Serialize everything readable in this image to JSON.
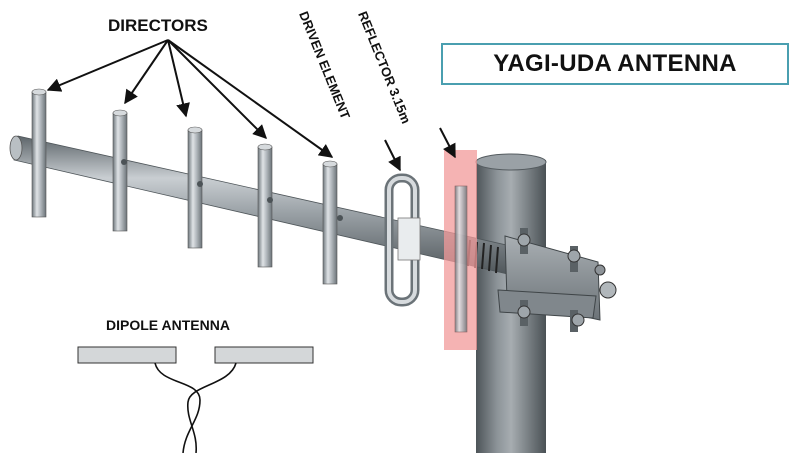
{
  "title": "YAGI-UDA ANTENNA",
  "labels": {
    "directors": "DIRECTORS",
    "driven_element": "DRIVEN ELEMENT",
    "reflector": "REFLECTOR 3.15m",
    "dipole_antenna": "DIPOLE ANTENNA"
  },
  "colors": {
    "title_border": "#4a9fb0",
    "reflector_highlight": "#f29a9a",
    "metal": "#8d959b",
    "mast": "#6f767b"
  }
}
